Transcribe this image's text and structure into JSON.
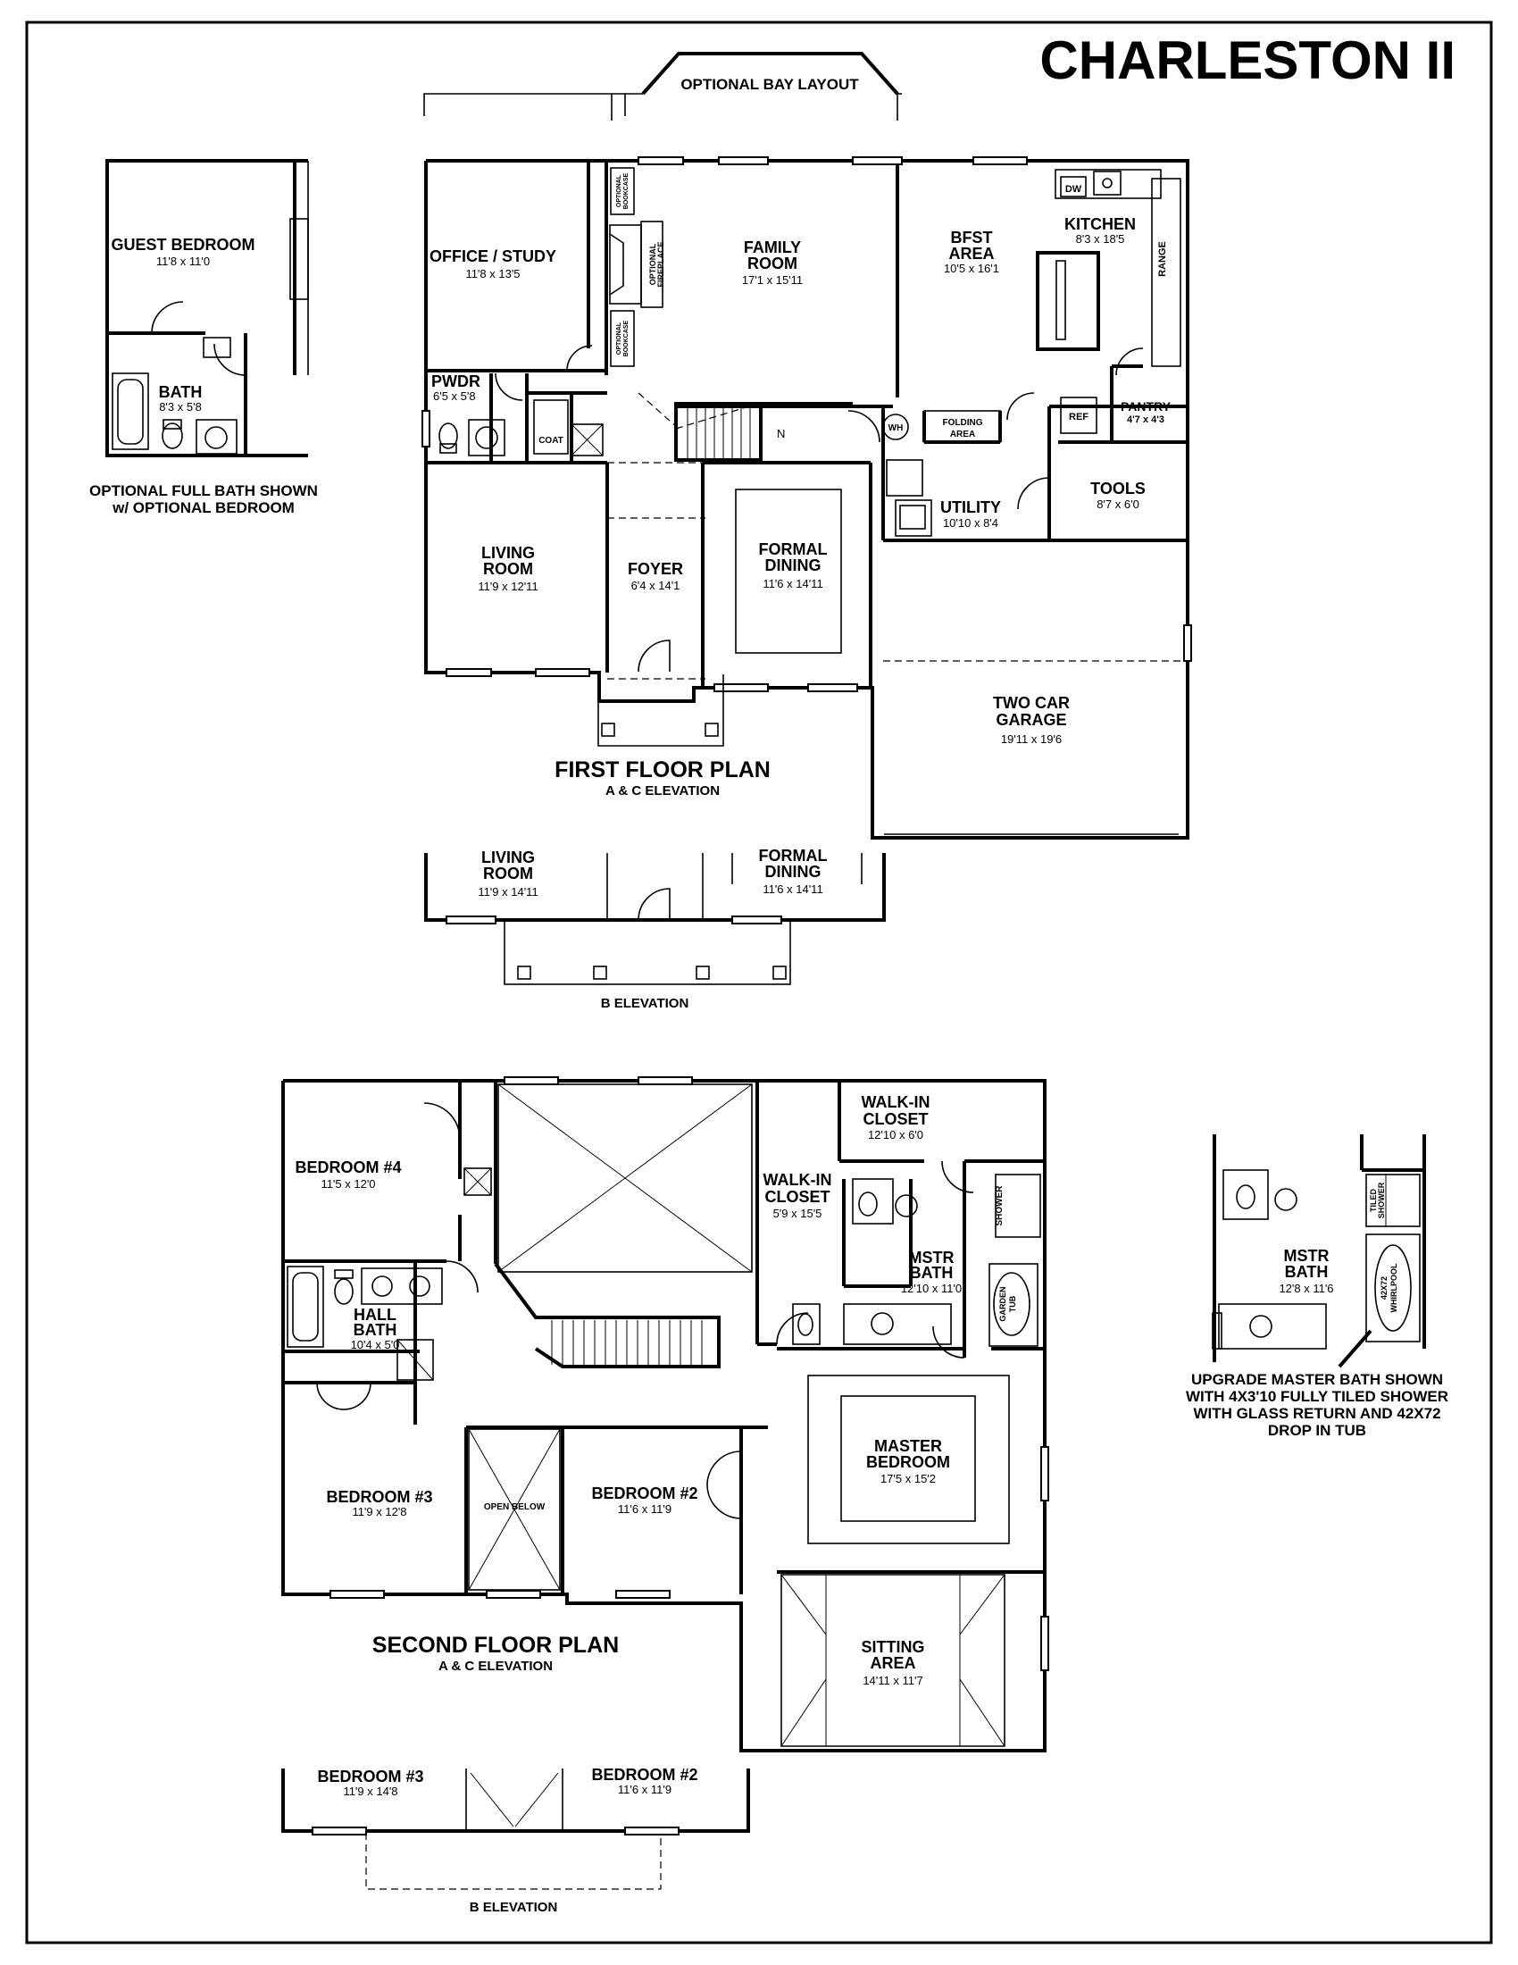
{
  "title": "CHARLESTON II",
  "first_floor": {
    "plan_title": "FIRST FLOOR PLAN",
    "elevation": "A & C ELEVATION",
    "bay_note": "OPTIONAL BAY LAYOUT",
    "rooms": {
      "office": {
        "name": "OFFICE / STUDY",
        "dim": "11'8 x 13'5"
      },
      "family": {
        "name1": "FAMILY",
        "name2": "ROOM",
        "dim": "17'1 x 15'11"
      },
      "bfst": {
        "name1": "BFST",
        "name2": "AREA",
        "dim": "10'5 x 16'1"
      },
      "kitchen": {
        "name": "KITCHEN",
        "dim": "8'3 x 18'5"
      },
      "pwdr": {
        "name": "PWDR",
        "dim": "6'5 x 5'8"
      },
      "living": {
        "name1": "LIVING",
        "name2": "ROOM",
        "dim": "11'9 x 12'11"
      },
      "foyer": {
        "name": "FOYER",
        "dim": "6'4 x 14'1"
      },
      "dining": {
        "name1": "FORMAL",
        "name2": "DINING",
        "dim": "11'6 x 14'11"
      },
      "utility": {
        "name": "UTILITY",
        "dim": "10'10 x 8'4"
      },
      "tools": {
        "name": "TOOLS",
        "dim": "8'7 x 6'0"
      },
      "pantry": {
        "name": "PANTRY",
        "dim": "4'7 x 4'3"
      },
      "garage": {
        "name1": "TWO CAR",
        "name2": "GARAGE",
        "dim": "19'11 x 19'6"
      }
    },
    "fixtures": {
      "coat": "COAT",
      "dw": "DW",
      "range": "RANGE",
      "ref": "REF",
      "wh": "WH",
      "folding1": "FOLDING",
      "folding2": "AREA",
      "bookcase1": "OPTIONAL",
      "bookcase2": "BOOKCASE",
      "fireplace1": "OPTIONAL",
      "fireplace2": "FIREPLACE",
      "stair_dir": "N"
    }
  },
  "optional_bath": {
    "guest_name": "GUEST BEDROOM",
    "guest_dim": "11'8 x 11'0",
    "bath_name": "BATH",
    "bath_dim": "8'3 x 5'8",
    "note1": "OPTIONAL FULL BATH SHOWN",
    "note2": "w/ OPTIONAL BEDROOM"
  },
  "b_elevation_first": {
    "living1": "LIVING",
    "living2": "ROOM",
    "living_dim": "11'9 x 14'11",
    "dining1": "FORMAL",
    "dining2": "DINING",
    "dining_dim": "11'6 x 14'11",
    "label": "B ELEVATION"
  },
  "second_floor": {
    "plan_title": "SECOND FLOOR PLAN",
    "elevation": "A & C ELEVATION",
    "rooms": {
      "bed4": {
        "name": "BEDROOM #4",
        "dim": "11'5 x 12'0"
      },
      "hallbath": {
        "name1": "HALL",
        "name2": "BATH",
        "dim": "10'4 x 5'0"
      },
      "bed3": {
        "name": "BEDROOM #3",
        "dim": "11'9 x 12'8"
      },
      "open_below": "OPEN BELOW",
      "bed2": {
        "name": "BEDROOM #2",
        "dim": "11'6 x 11'9"
      },
      "walkin1": {
        "name1": "WALK-IN",
        "name2": "CLOSET",
        "dim": "5'9 x 15'5"
      },
      "walkin2": {
        "name1": "WALK-IN",
        "name2": "CLOSET",
        "dim": "12'10 x 6'0"
      },
      "mstrbath": {
        "name1": "MSTR",
        "name2": "BATH",
        "dim": "12'10 x 11'0"
      },
      "master": {
        "name1": "MASTER",
        "name2": "BEDROOM",
        "dim": "17'5 x 15'2"
      },
      "sitting": {
        "name1": "SITTING",
        "name2": "AREA",
        "dim": "14'11 x 11'7"
      }
    },
    "fixtures": {
      "shower": "SHOWER",
      "garden1": "GARDEN",
      "garden2": "TUB"
    }
  },
  "b_elevation_second": {
    "bed3": "BEDROOM #3",
    "bed3_dim": "11'9 x 14'8",
    "bed2": "BEDROOM #2",
    "bed2_dim": "11'6 x 11'9",
    "label": "B ELEVATION"
  },
  "upgrade_bath": {
    "name1": "MSTR",
    "name2": "BATH",
    "dim": "12'8 x 11'6",
    "shower1": "TILED",
    "shower2": "SHOWER",
    "tub1": "42X72",
    "tub2": "WHIRLPOOL",
    "note1": "UPGRADE MASTER BATH SHOWN",
    "note2": "WITH 4X3'10 FULLY TILED SHOWER",
    "note3": "WITH GLASS RETURN  AND 42X72",
    "note4": "DROP IN TUB"
  }
}
